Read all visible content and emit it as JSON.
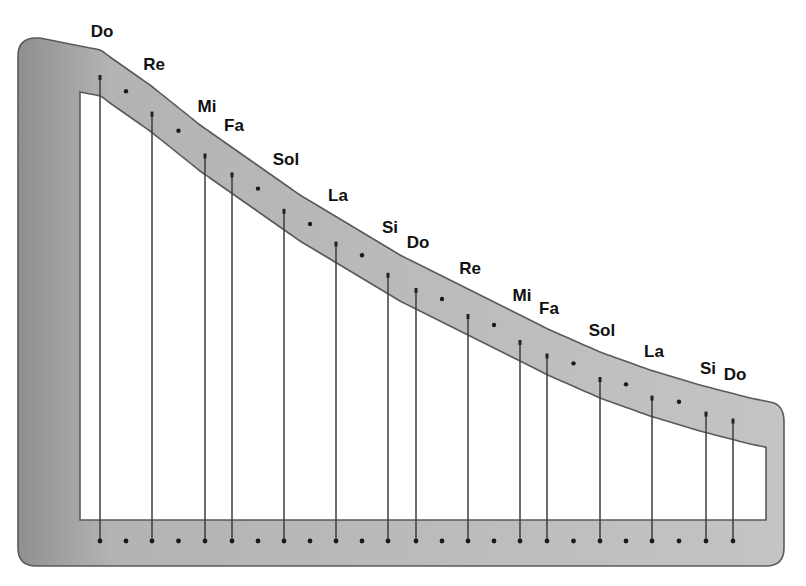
{
  "diagram": {
    "labels": [
      "Do",
      "Re",
      "Mi",
      "Fa",
      "Sol",
      "La",
      "Si",
      "Do",
      "Re",
      "Mi",
      "Fa",
      "Sol",
      "La",
      "Si",
      "Do"
    ]
  }
}
